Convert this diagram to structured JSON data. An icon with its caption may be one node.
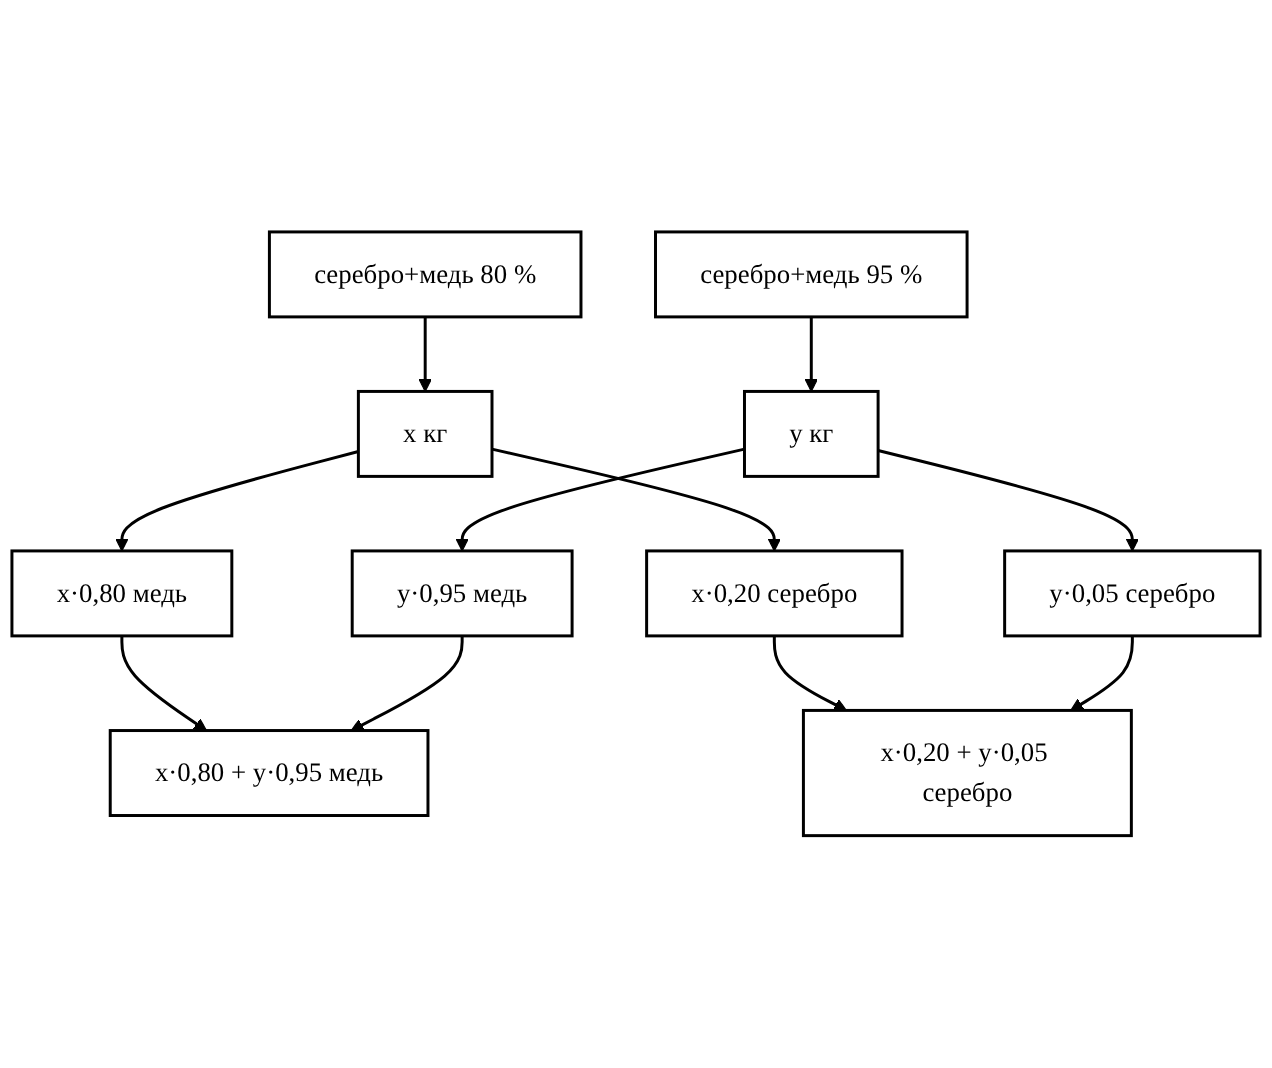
{
  "diagram": {
    "nodes": [
      {
        "text": [
          "серебро+медь 80 %"
        ]
      },
      {
        "text": [
          "серебро+медь 95 %"
        ]
      },
      {
        "text": [
          "x кг"
        ]
      },
      {
        "text": [
          "y кг"
        ]
      },
      {
        "text": [
          "x·0,80 медь"
        ]
      },
      {
        "text": [
          "x·0,20 серебро"
        ]
      },
      {
        "text": [
          "y·0,95 медь"
        ]
      },
      {
        "text": [
          "y·0,05 серебро"
        ]
      },
      {
        "text": [
          "x·0,80 + y·0,95 медь"
        ]
      },
      {
        "text": [
          "x·0,20 + y·0,05 серебро"
        ]
      }
    ],
    "edges": [
      {
        "from": 0,
        "to": 2,
        "arrow": "to"
      },
      {
        "from": 1,
        "to": 3,
        "arrow": "to"
      },
      {
        "from": 2,
        "to": 4,
        "arrow": "to"
      },
      {
        "from": 2,
        "to": 5,
        "arrow": "to"
      },
      {
        "from": 3,
        "to": 6,
        "arrow": "to"
      },
      {
        "from": 3,
        "to": 7,
        "arrow": "to"
      },
      {
        "from": 4,
        "to": 8,
        "arrow": "to"
      },
      {
        "from": 6,
        "to": 8,
        "arrow": "to"
      },
      {
        "from": 5,
        "to": 9,
        "arrow": "to"
      },
      {
        "from": 7,
        "to": 9,
        "arrow": "to"
      }
    ]
  }
}
